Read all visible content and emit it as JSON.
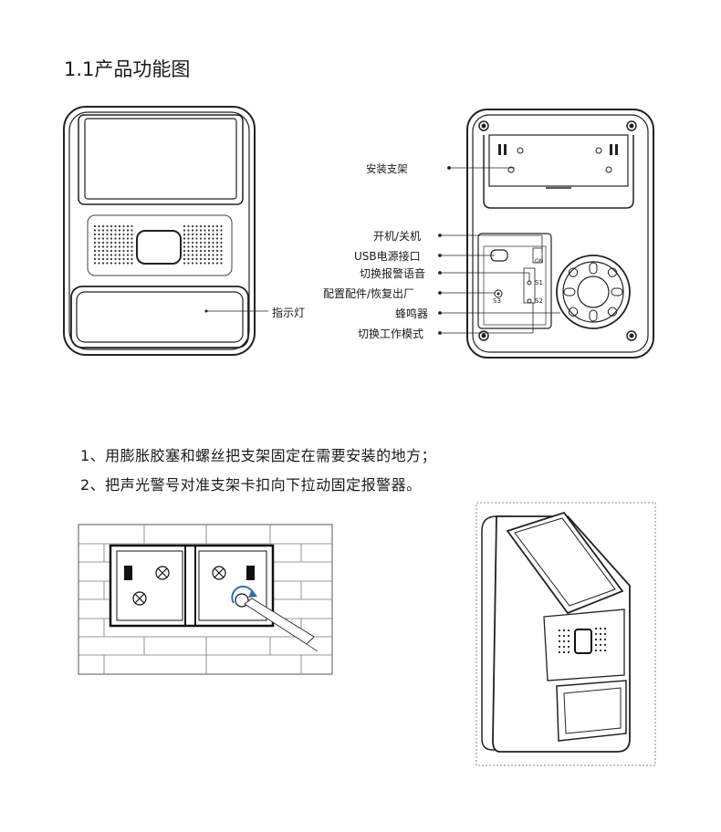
{
  "section_title": "1.1产品功能图",
  "front_labels": {
    "indicator": "指示灯"
  },
  "back_labels": {
    "bracket": "安装支架",
    "power_switch": "开机/关机",
    "usb_port": "USB电源接口",
    "voice_switch": "切换报警语音",
    "pair_reset": "配置配件/恢复出厂",
    "buzzer": "蜂鸣器",
    "mode_switch": "切换工作模式"
  },
  "board_marks": {
    "s1": "S1",
    "s2": "S2",
    "s3": "S3",
    "on": "ON"
  },
  "steps": [
    "1、用膨胀胶塞和螺丝把支架固定在需要安装的地方；",
    "2、把声光警号对准支架卡扣向下拉动固定报警器。"
  ]
}
